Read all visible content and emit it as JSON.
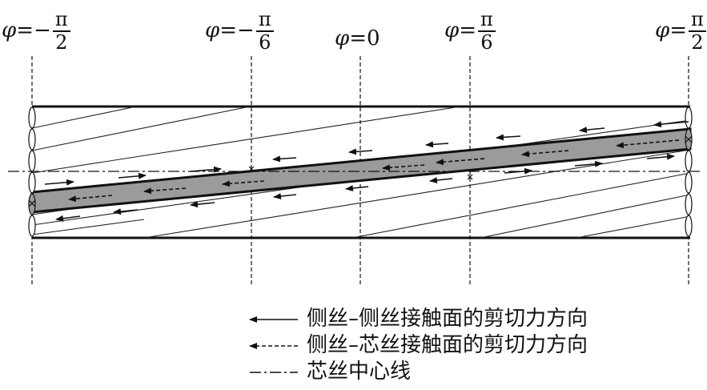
{
  "phi_labels": [
    {
      "prefix": "φ",
      "eq": "=",
      "sign": "−",
      "num": "π",
      "den": "2"
    },
    {
      "prefix": "φ",
      "eq": "=",
      "sign": "−",
      "num": "π",
      "den": "6"
    },
    {
      "prefix": "φ",
      "eq": "=",
      "value": "0"
    },
    {
      "prefix": "φ",
      "eq": "=",
      "sign": "",
      "num": "π",
      "den": "6"
    },
    {
      "prefix": "φ",
      "eq": "=",
      "sign": "",
      "num": "π",
      "den": "2"
    }
  ],
  "legend": {
    "item1": "侧丝–侧丝接触面的剪切力方向",
    "item2": "侧丝–芯丝接触面的剪切力方向",
    "item3": "芯丝中心线"
  },
  "colors": {
    "band_fill": "#9b9b9b",
    "ink": "#111111"
  }
}
